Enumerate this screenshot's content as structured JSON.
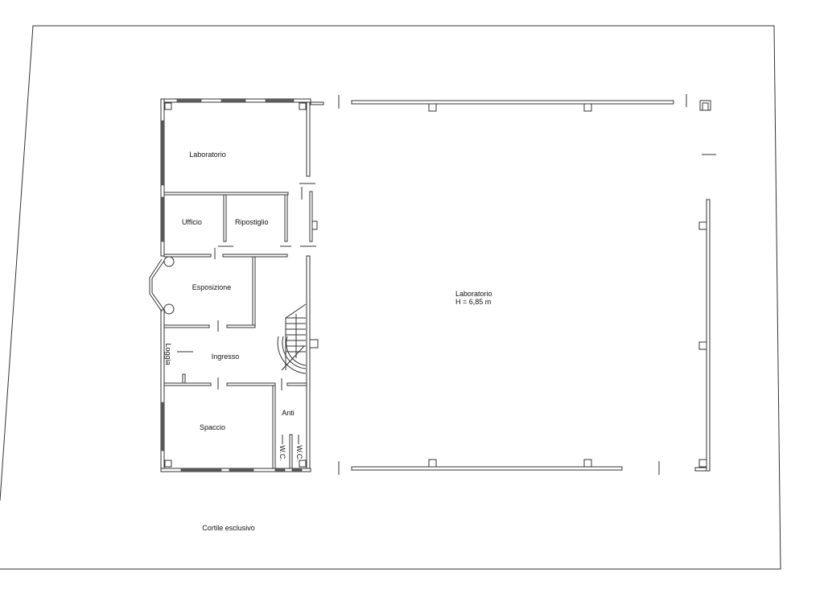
{
  "plan": {
    "rooms": {
      "laboratorio_small": "Laboratorio",
      "ufficio": "Ufficio",
      "ripostiglio": "Ripostiglio",
      "esposizione": "Esposizione",
      "ingresso": "Ingresso",
      "loggia": "Loggia",
      "spaccio": "Spaccio",
      "anti": "Anti",
      "wc_1": "W.C.",
      "wc_2": "W.C.",
      "laboratorio_large": "Laboratorio",
      "laboratorio_large_height": "H = 6,85 m"
    },
    "outside": {
      "courtyard": "Cortile esclusivo"
    }
  }
}
